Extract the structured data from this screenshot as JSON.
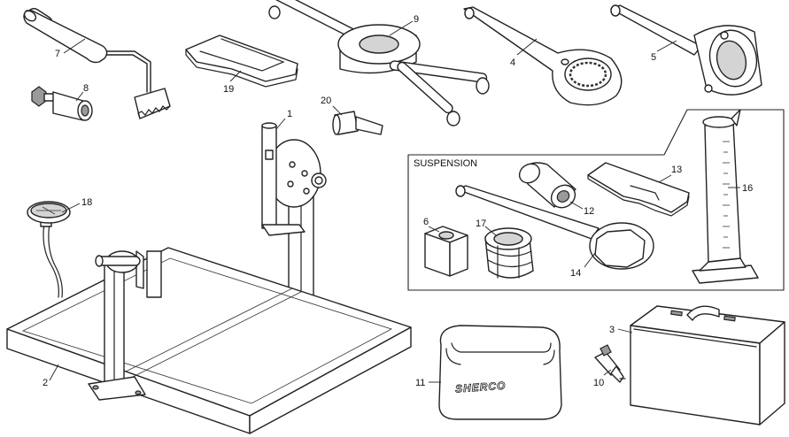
{
  "box_title": "SUSPENSION",
  "brand_text": "SHERCO",
  "parts": [
    {
      "id": "p1",
      "number": "1"
    },
    {
      "id": "p2",
      "number": "2"
    },
    {
      "id": "p3",
      "number": "3"
    },
    {
      "id": "p4",
      "number": "4"
    },
    {
      "id": "p5",
      "number": "5"
    },
    {
      "id": "p6",
      "number": "6"
    },
    {
      "id": "p7",
      "number": "7"
    },
    {
      "id": "p8",
      "number": "8"
    },
    {
      "id": "p9",
      "number": "9"
    },
    {
      "id": "p10",
      "number": "10"
    },
    {
      "id": "p11",
      "number": "11"
    },
    {
      "id": "p12",
      "number": "12"
    },
    {
      "id": "p13",
      "number": "13"
    },
    {
      "id": "p14",
      "number": "14"
    },
    {
      "id": "p16",
      "number": "16"
    },
    {
      "id": "p17",
      "number": "17"
    },
    {
      "id": "p18",
      "number": "18"
    },
    {
      "id": "p19",
      "number": "19"
    },
    {
      "id": "p20",
      "number": "20"
    }
  ]
}
